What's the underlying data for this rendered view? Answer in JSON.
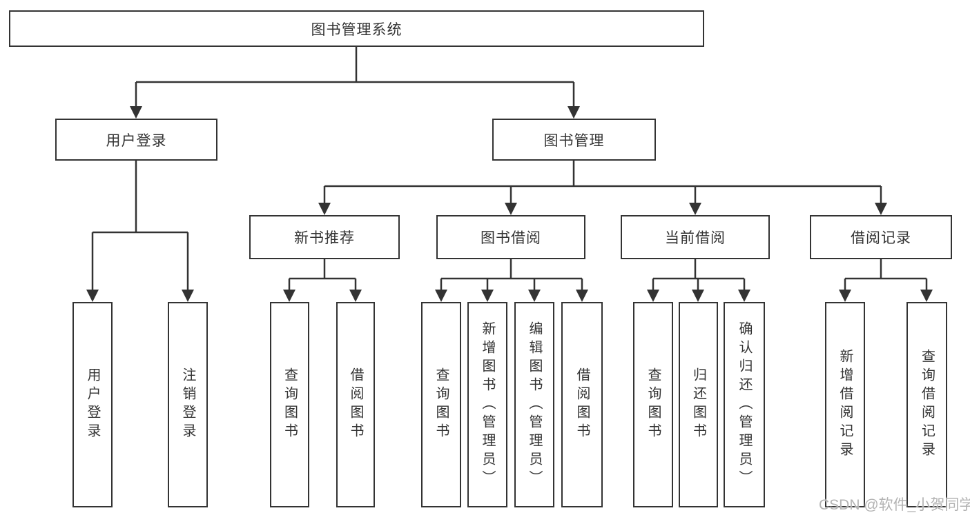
{
  "tree": {
    "root": "图书管理系统",
    "branches": [
      {
        "label": "用户登录",
        "leaves": [
          "用户登录",
          "注销登录"
        ]
      },
      {
        "label": "图书管理",
        "groups": [
          {
            "label": "新书推荐",
            "leaves": [
              "查询图书",
              "借阅图书"
            ]
          },
          {
            "label": "图书借阅",
            "leaves": [
              "查询图书",
              "新增图书（管理员）",
              "编辑图书（管理员）",
              "借阅图书"
            ]
          },
          {
            "label": "当前借阅",
            "leaves": [
              "查询图书",
              "归还图书",
              "确认归还（管理员）"
            ]
          },
          {
            "label": "借阅记录",
            "leaves": [
              "新增借阅记录",
              "查询借阅记录"
            ]
          }
        ]
      }
    ]
  },
  "watermark": "CSDN @软件_小贺同学",
  "colors": {
    "line": "#333333",
    "box_border": "#333333",
    "box_fill": "#ffffff",
    "text": "#333333",
    "watermark": "#b3b3b3",
    "background": "#ffffff"
  }
}
